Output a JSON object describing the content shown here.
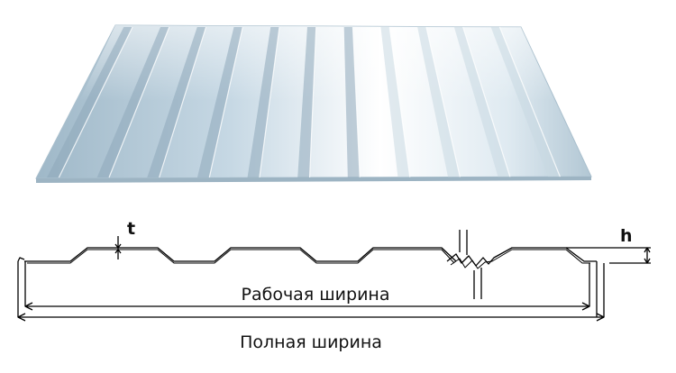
{
  "diagram": {
    "labels": {
      "thickness": "t",
      "height": "h",
      "working_width": "Рабочая ширина",
      "full_width": "Полная ширина"
    }
  },
  "colors": {
    "sheet_light": "#ffffff",
    "sheet_mid": "#c9dbe6",
    "sheet_dark": "#8fa9b8",
    "sheet_edge": "#b8ccd8",
    "line": "#000000"
  },
  "icons": {
    "product_illustration": "corrugated-sheet-icon",
    "profile_drawing": "profile-cross-section-icon"
  }
}
